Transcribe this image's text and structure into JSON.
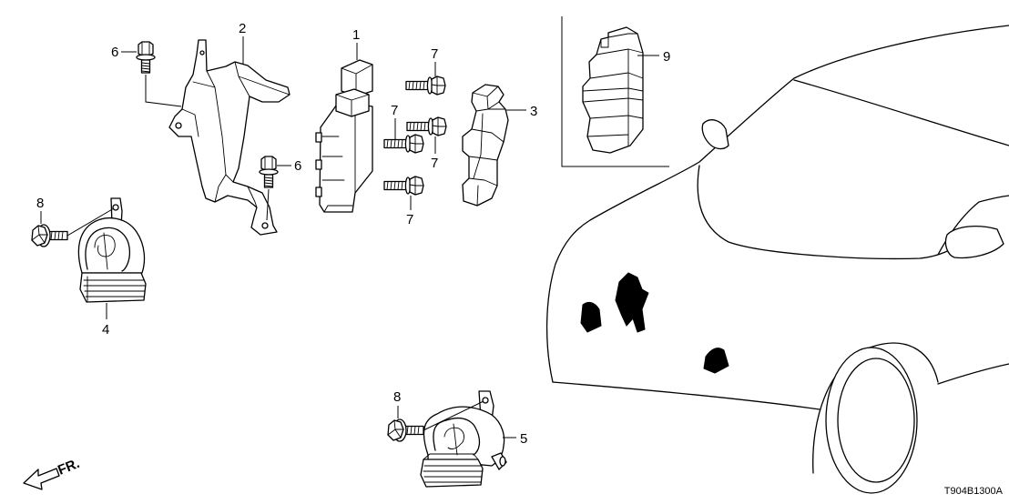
{
  "figure": {
    "callouts": [
      "6",
      "2",
      "6",
      "1",
      "7",
      "7",
      "7",
      "7",
      "3",
      "9",
      "8",
      "4",
      "8",
      "5"
    ],
    "direction_label": "FR.",
    "figure_code": "T904B1300A"
  },
  "colors": {
    "line": "#000000",
    "background": "#ffffff"
  }
}
